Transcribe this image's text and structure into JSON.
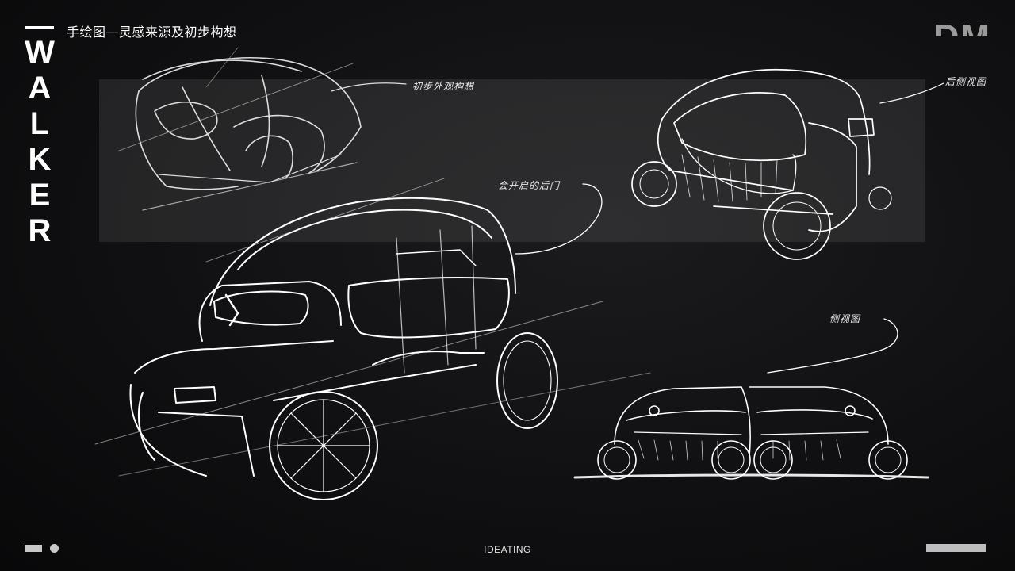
{
  "brand": {
    "letters": [
      "W",
      "A",
      "L",
      "K",
      "E",
      "R"
    ]
  },
  "header": {
    "title": "手绘图—灵感来源及初步构想",
    "corner_logo": "DM"
  },
  "annotations": {
    "initial_concept": "初步外观构想",
    "rear_side_view": "后侧视图",
    "opening_rear_door": "会开启的后门",
    "side_view": "侧视图"
  },
  "footer": {
    "label": "IDEATING"
  },
  "colors": {
    "background": "#111113",
    "sketch_line": "#ffffff",
    "band": "#3a3a3e",
    "accent_gray": "#c8c8c8"
  }
}
